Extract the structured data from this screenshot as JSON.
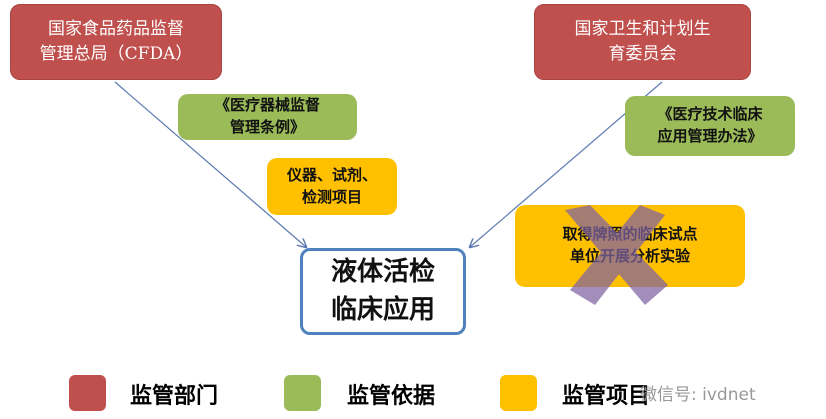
{
  "departments": {
    "cfda": "国家食品药品监督\n管理总局（CFDA）",
    "nhfpc": "国家卫生和计划生\n育委员会"
  },
  "basis": {
    "left": "《医疗器械监督\n管理条例》",
    "right": "《医疗技术临床\n应用管理办法》"
  },
  "items": {
    "left": "仪器、试剂、\n检测项目",
    "right": "取得牌照的临床试点\n单位开展分析实验"
  },
  "center": "液体活检\n临床应用",
  "legend": [
    {
      "label": "监管部门",
      "color": "#c0504d"
    },
    {
      "label": "监管依据",
      "color": "#9bbb59"
    },
    {
      "label": "监管项目",
      "color": "#ffc000"
    }
  ],
  "watermark": "微信号: ivdnet",
  "colors": {
    "cross": "#8064a2",
    "border": "#4f81bd"
  }
}
